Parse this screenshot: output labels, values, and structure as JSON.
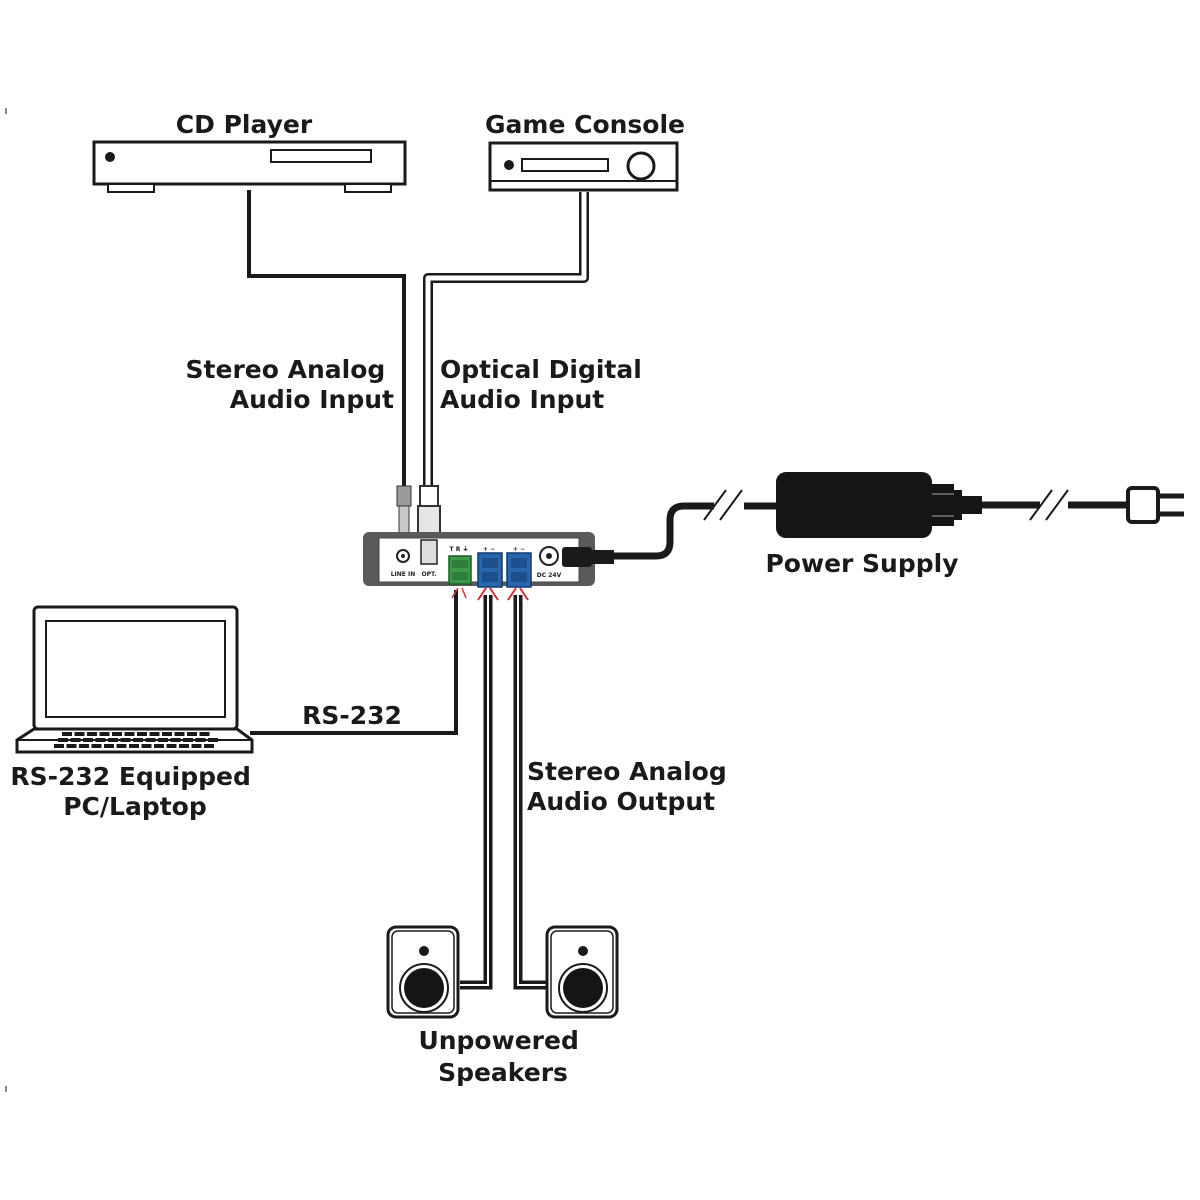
{
  "devices": {
    "cd_player": {
      "label": "CD Player"
    },
    "game_console": {
      "label": "Game Console"
    },
    "power_supply": {
      "label": "Power Supply"
    },
    "laptop": {
      "label_lines": [
        "RS-232 Equipped",
        "PC/Laptop"
      ]
    },
    "speakers": {
      "label_lines": [
        "Unpowered",
        "Speakers"
      ]
    }
  },
  "connections": {
    "analog_in": {
      "label_lines": [
        "Stereo Analog",
        "Audio Input"
      ]
    },
    "optical_in": {
      "label_lines": [
        "Optical Digital",
        "Audio Input"
      ]
    },
    "rs232": {
      "label": "RS-232"
    },
    "analog_out": {
      "label_lines": [
        "Stereo Analog",
        "Audio Output"
      ]
    }
  },
  "unit_panel": {
    "port_labels": {
      "line_in": "LINE IN",
      "opt": "OPT.",
      "trg": "T R ⏚",
      "out_l": "+ −",
      "out_r": "+ −",
      "dc": "DC 24V"
    }
  },
  "colors": {
    "line": "#1a1a1a",
    "unit_body": "#555555",
    "terminal_green": "#3c9a4a",
    "terminal_blue": "#2767b0",
    "speaker_wire_red": "#d23030"
  }
}
